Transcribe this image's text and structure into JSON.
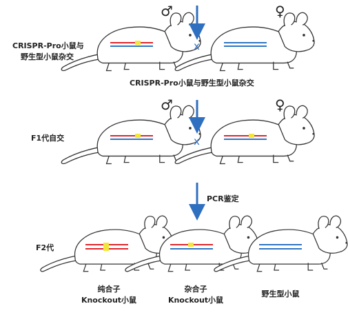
{
  "labels": {
    "row1_left_line1": "CRISPR-Pro小鼠与",
    "row1_left_line2": "野生型小鼠杂交",
    "row1_caption": "CRISPR-Pro小鼠与野生型小鼠杂交",
    "row2_left": "F1代自交",
    "row3_arrow": "PCR鉴定",
    "row4_left": "F2代"
  },
  "genotypes": [
    {
      "line1": "纯合子",
      "line2": "Knockout小鼠"
    },
    {
      "line1": "杂合子",
      "line2": "Knockout小鼠"
    },
    {
      "line1": "野生型小鼠",
      "line2": ""
    }
  ],
  "symbols": {
    "male": "♂",
    "female": "♀",
    "cross": "x"
  },
  "colors": {
    "arrow": "#2f6fc0",
    "cross": "#2f6fc0",
    "red_allele": "#e0252b",
    "blue_allele": "#2d74c4",
    "knockout_mark": "#f2e63a",
    "outline": "#333333"
  }
}
